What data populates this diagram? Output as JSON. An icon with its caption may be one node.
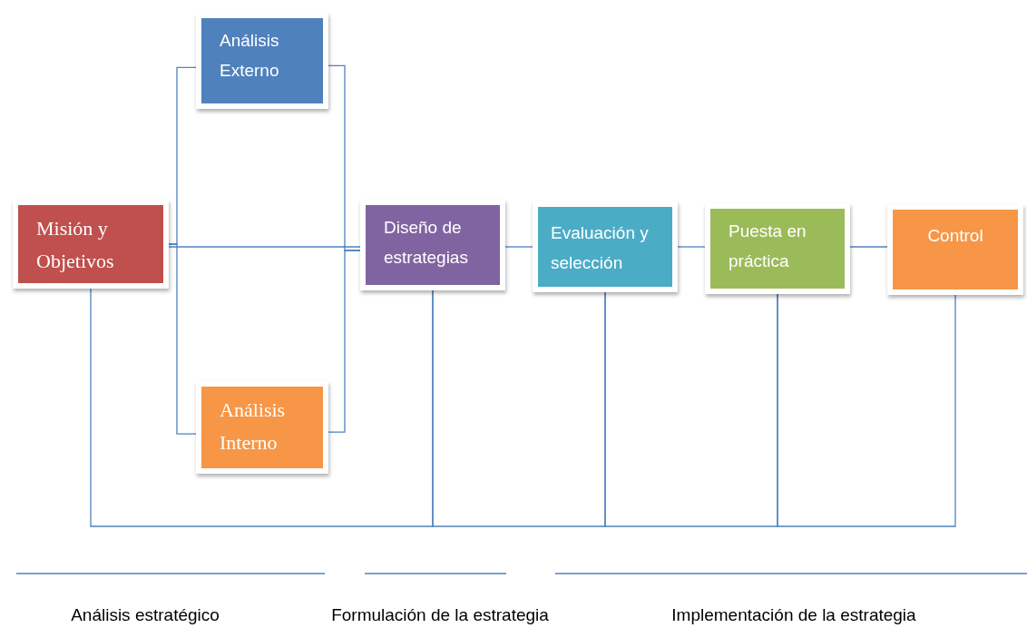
{
  "diagram": {
    "nodes": [
      {
        "text": [
          "Misión y Objetivos"
        ]
      },
      {
        "text": [
          "Análisis Externo"
        ]
      },
      {
        "text": [
          "Análisis Interno"
        ]
      },
      {
        "text": [
          "Diseño de estrategias"
        ]
      },
      {
        "text": [
          "Evaluación y selección"
        ]
      },
      {
        "text": [
          "Puesta en práctica"
        ]
      },
      {
        "text": [
          "Control"
        ]
      }
    ],
    "edges": [
      {
        "from": 0,
        "to": 1,
        "arrow": "none"
      },
      {
        "from": 0,
        "to": 2,
        "arrow": "none"
      },
      {
        "from": 0,
        "to": 3,
        "arrow": "none"
      },
      {
        "from": 1,
        "to": 3,
        "arrow": "none"
      },
      {
        "from": 2,
        "to": 3,
        "arrow": "none"
      },
      {
        "from": 3,
        "to": 4,
        "arrow": "none"
      },
      {
        "from": 4,
        "to": 5,
        "arrow": "none"
      },
      {
        "from": 5,
        "to": 6,
        "arrow": "none"
      },
      {
        "from": 0,
        "to": 3,
        "arrow": "none"
      },
      {
        "from": 3,
        "to": 4,
        "arrow": "none"
      },
      {
        "from": 4,
        "to": 5,
        "arrow": "none"
      },
      {
        "from": 5,
        "to": 6,
        "arrow": "none"
      }
    ],
    "labels": [
      "Análisis estratégico",
      "Formulación de la estrategia",
      "Implementación de la estrategia"
    ]
  }
}
